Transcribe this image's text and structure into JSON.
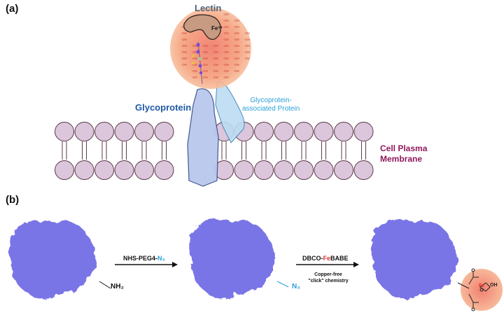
{
  "panel_a": {
    "label": "(a)",
    "lectin_label": "Lectin",
    "iron_label": "Fe³⁺",
    "hydroxyl_label": "-OH",
    "glycoprotein_label": "Glycoprotein",
    "associated_protein_label": [
      "Glycoprotein-",
      "associated Protein"
    ],
    "membrane_label": [
      "Cell Plasma",
      "Membrane"
    ],
    "colors": {
      "lipid_head": "#dcc6dc",
      "lipid_stroke": "#5a3a4a",
      "glycoprotein": "#b9c8ee",
      "associated_protein": "#bcdcf2",
      "halo": "#f3a07a",
      "lectin": "#c79a82"
    }
  },
  "panel_b": {
    "label": "(b)",
    "amine_label": "NH₂",
    "azide_label": "N₃",
    "step1": {
      "prefix": "NHS-PEG4-",
      "suffix": "N₃"
    },
    "step2": {
      "prefix": "DBCO-",
      "metal": "Fe",
      "suffix": "BABE"
    },
    "step2_note": [
      "Copper-free",
      "\"click\" chemistry"
    ],
    "chelate_iron": "Fe",
    "chelate_oh": "OH",
    "colors": {
      "protein": "#7a74e6",
      "azide": "#2aa0d8",
      "iron": "#e0322c"
    }
  }
}
